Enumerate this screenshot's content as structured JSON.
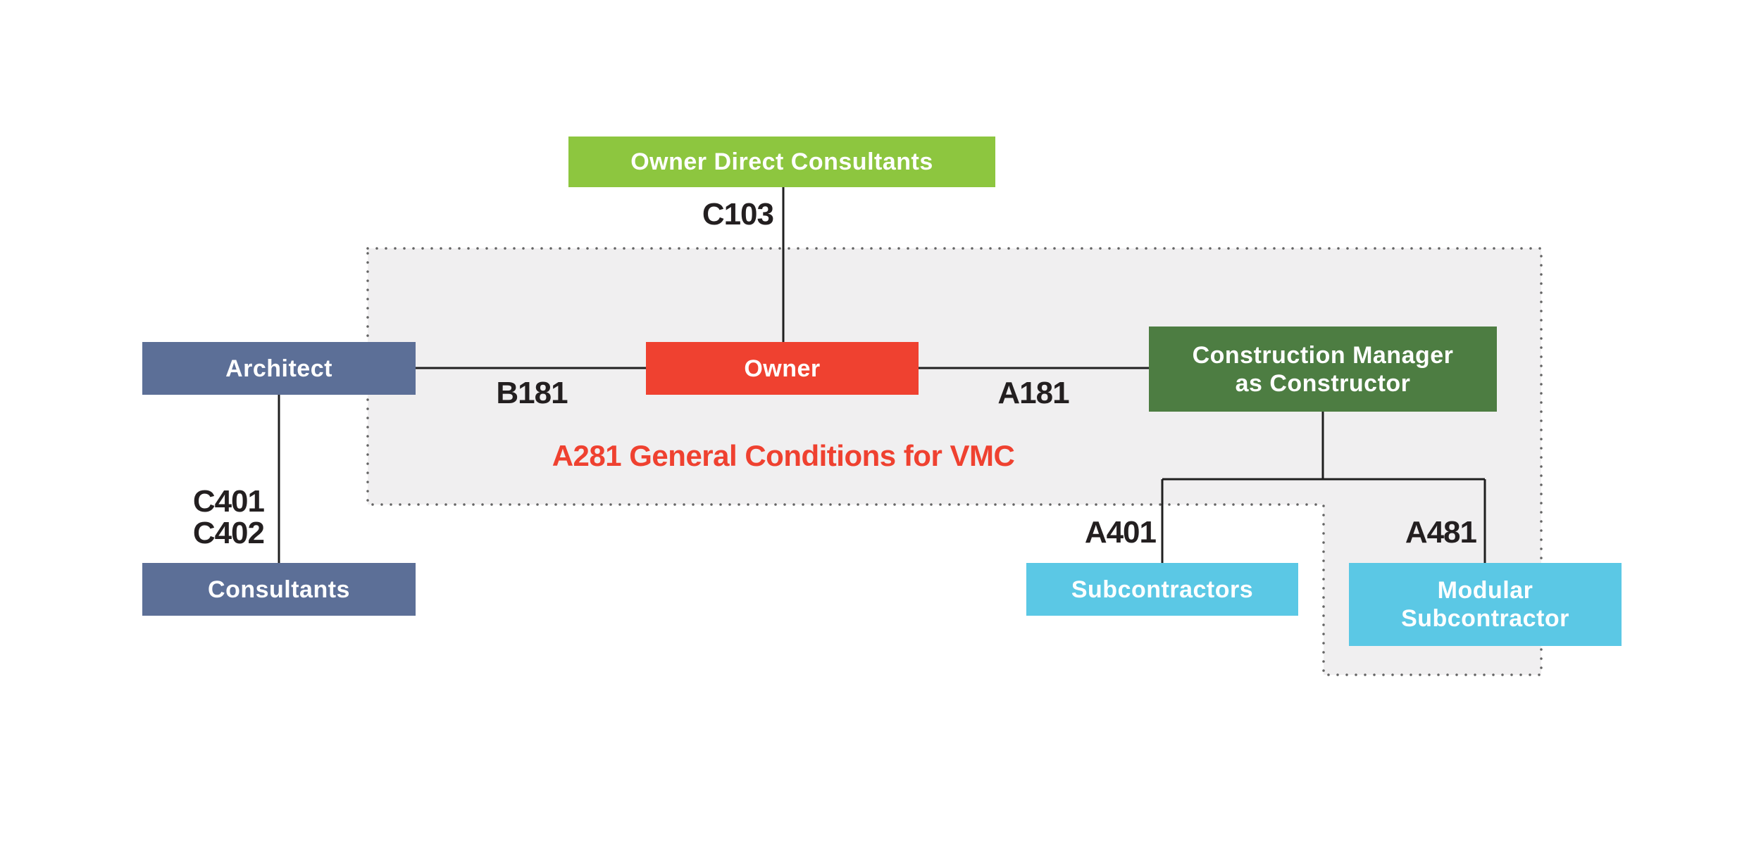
{
  "colors": {
    "box_green": "#8dc63f",
    "box_red": "#ef4130",
    "box_slate": "#5c6f97",
    "box_darkgreen": "#4d7d42",
    "box_cyan": "#5bc8e5",
    "box_text": "#ffffff",
    "note_red": "#ef4130",
    "region_fill": "#f0eff0",
    "dot_color": "#636363",
    "line_color": "#1f1f1f",
    "label_color": "#231f20"
  },
  "nodes": {
    "owner_direct_consultants": {
      "label": "Owner Direct Consultants"
    },
    "architect": {
      "label": "Architect"
    },
    "owner": {
      "label": "Owner"
    },
    "construction_manager": {
      "label": "Construction Manager as Constructor",
      "lines": [
        "Construction Manager",
        "as Constructor"
      ]
    },
    "consultants": {
      "label": "Consultants"
    },
    "subcontractors": {
      "label": "Subcontractors"
    },
    "modular_subcontractor": {
      "label": "Modular Subcontractor",
      "lines": [
        "Modular",
        "Subcontractor"
      ]
    }
  },
  "edge_labels": {
    "c103": "C103",
    "b181": "B181",
    "a181": "A181",
    "c401": "C401",
    "c402": "C402",
    "a401": "A401",
    "a481": "A481"
  },
  "region": {
    "note": "A281 General Conditions for VMC"
  }
}
